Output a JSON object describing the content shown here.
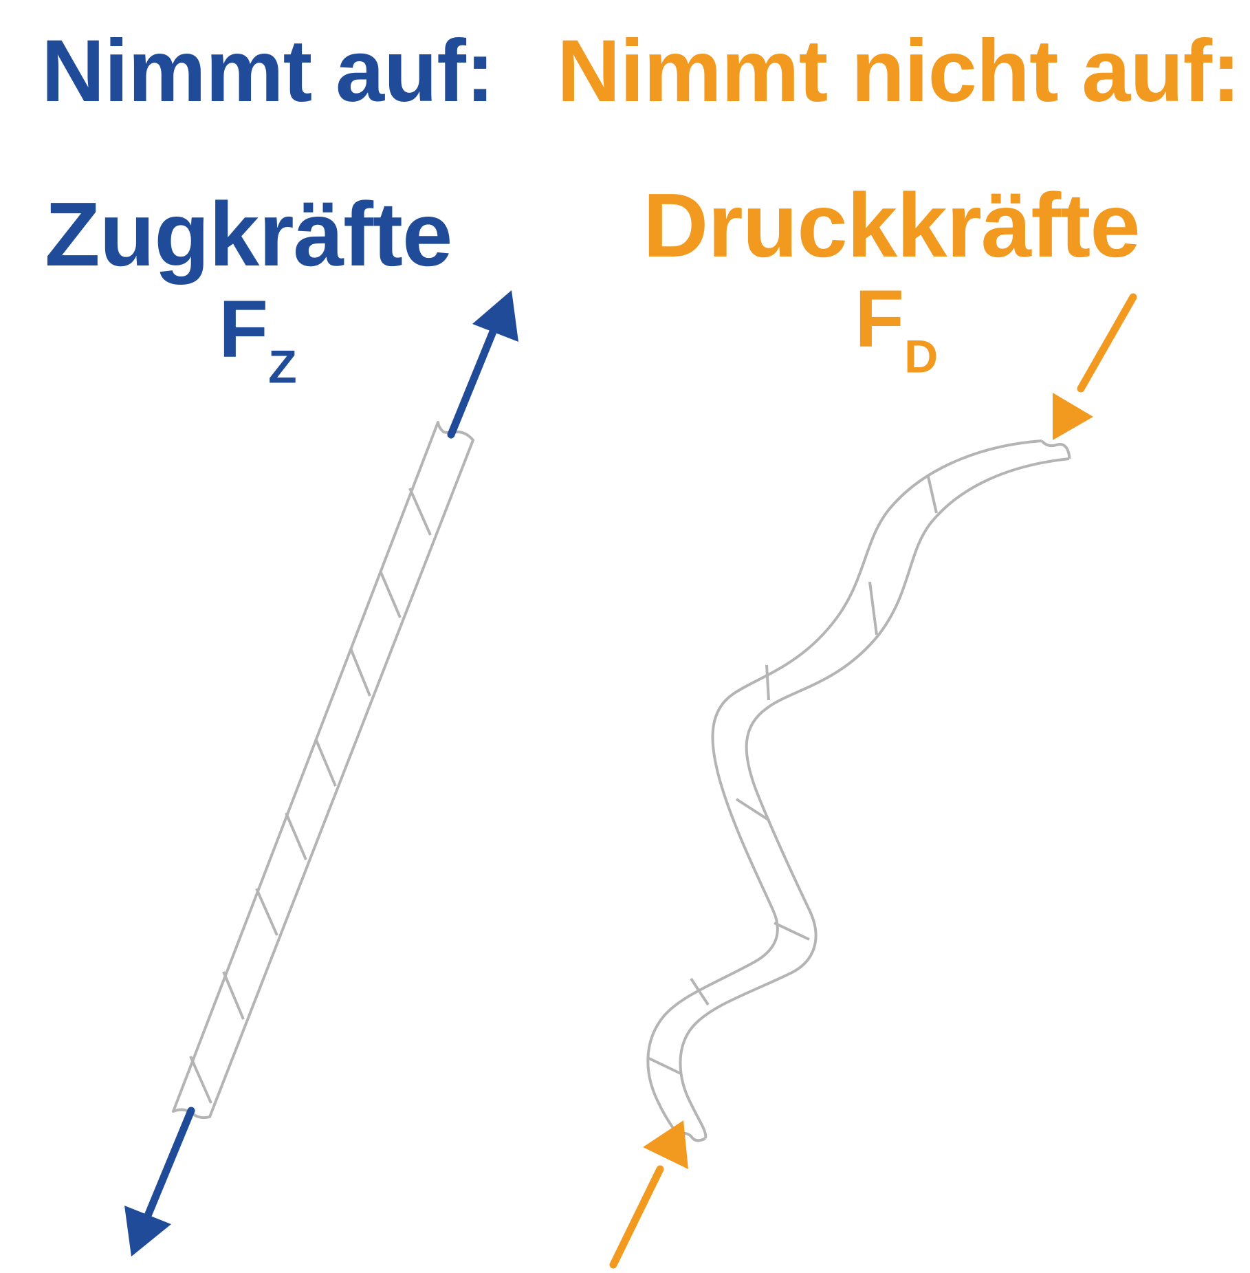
{
  "heading_left": "Nimmt auf:",
  "heading_right": "Nimmt nicht auf:",
  "label_left": "Zugkräfte",
  "label_right": "Druckkräfte",
  "symbol_left": {
    "letter": "F",
    "sub": "Z"
  },
  "symbol_right": {
    "letter": "F",
    "sub": "D"
  },
  "colors": {
    "blue": "#1f4b99",
    "orange": "#f29a1f",
    "rope": "#b4b4b4"
  },
  "icons": [
    "taut-rope-icon",
    "slack-rope-icon",
    "tension-arrow-icon",
    "compression-arrow-icon"
  ]
}
